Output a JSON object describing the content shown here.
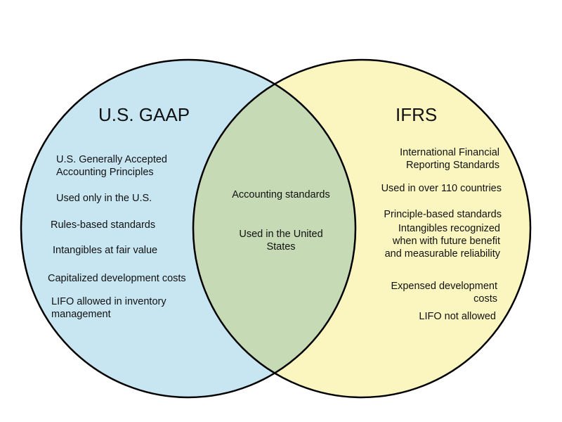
{
  "colors": {
    "left_fill": "#c8e6f2",
    "right_fill": "#fbf6bf",
    "overlap_fill": "#c5dab5",
    "outline": "#000000"
  },
  "left": {
    "title": "U.S. GAAP",
    "items": [
      "U.S. Generally Accepted\nAccounting Principles",
      "Used only in the U.S.",
      "Rules-based standards",
      "Intangibles at fair value",
      "Capitalized development costs",
      "LIFO allowed in inventory\nmanagement"
    ]
  },
  "overlap": {
    "items": [
      "Accounting standards",
      "Used in the United\nStates"
    ]
  },
  "right": {
    "title": "IFRS",
    "items": [
      "International Financial\nReporting Standards",
      "Used in over 110 countries",
      "Principle-based standards",
      "Intangibles recognized\nwhen with future benefit\nand measurable reliability",
      "Expensed development\ncosts",
      "LIFO not allowed"
    ]
  }
}
